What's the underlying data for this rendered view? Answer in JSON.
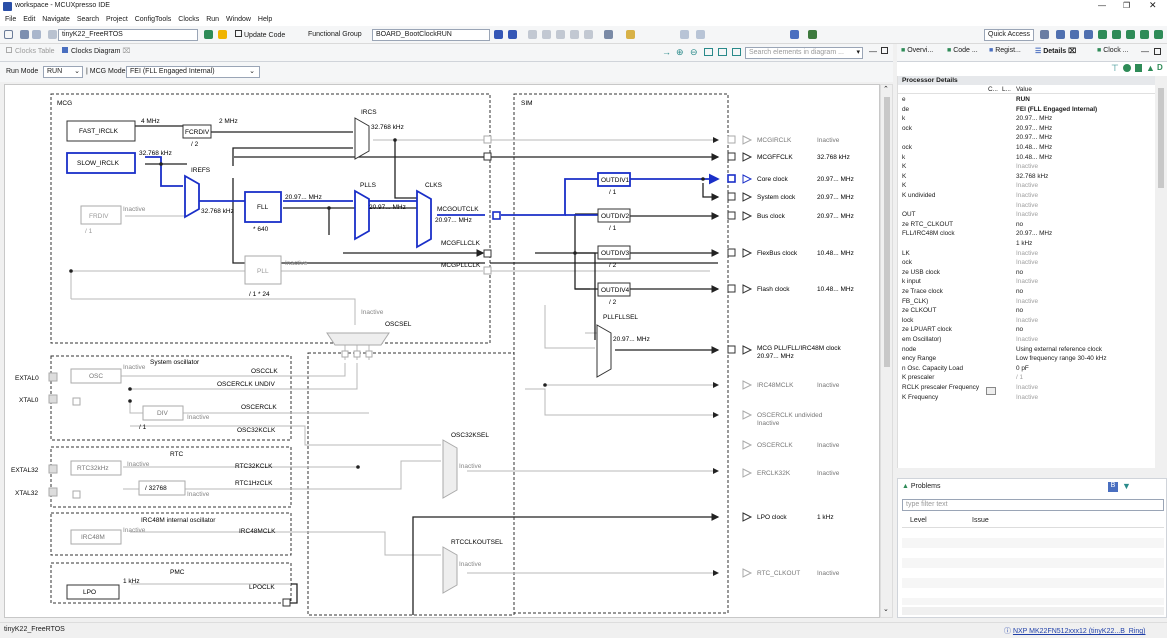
{
  "window": {
    "title": "workspace - MCUXpresso IDE"
  },
  "menu": [
    "File",
    "Edit",
    "Navigate",
    "Search",
    "Project",
    "ConfigTools",
    "Clocks",
    "Run",
    "Window",
    "Help"
  ],
  "toolbar": {
    "project_combo": "tinyK22_FreeRTOS",
    "update_code": "Update Code",
    "functional_group_label": "Functional Group",
    "functional_group_value": "BOARD_BootClockRUN",
    "quick_access": "Quick Access"
  },
  "left_tabs": {
    "clocks_table": "Clocks Table",
    "clocks_diagram": "Clocks Diagram",
    "search_placeholder": "Search elements in diagram ..."
  },
  "run_bar": {
    "run_mode_label": "Run Mode",
    "run_mode_value": "RUN",
    "mcg_mode_label": "| MCG Mode",
    "mcg_mode_value": "FEI (FLL Engaged Internal)"
  },
  "diagram": {
    "groups": {
      "mcg": "MCG",
      "sim": "SIM",
      "system_osc": "System oscillator",
      "rtc": "RTC",
      "irc48m_osc": "IRC48M internal oscillator",
      "pmc": "PMC"
    },
    "blocks": {
      "fast_irclk": "FAST_IRCLK",
      "slow_irclk": "SLOW_IRCLK",
      "fcrdiv": "FCRDIV",
      "fcrdiv_div": "/ 2",
      "frdiv": "FRDIV",
      "frdiv_div": "/ 1",
      "fll": "FLL",
      "fll_mult": "* 640",
      "pll": "PLL",
      "pll_mult": "/ 1 * 24",
      "osc": "OSC",
      "div": "DIV",
      "div_div": "/ 1",
      "rtc32khz": "RTC32kHz",
      "div32768": "/ 32768",
      "irc48m": "IRC48M",
      "lpo": "LPO",
      "outdiv1": "OUTDIV1",
      "outdiv1_div": "/ 1",
      "outdiv2": "OUTDIV2",
      "outdiv2_div": "/ 1",
      "outdiv3": "OUTDIV3",
      "outdiv3_div": "/ 2",
      "outdiv4": "OUTDIV4",
      "outdiv4_div": "/ 2"
    },
    "mux": {
      "ircs": "IRCS",
      "irefs": "IREFS",
      "plls": "PLLS",
      "clks": "CLKS",
      "pllfllsel": "PLLFLLSEL",
      "oscsel": "OSCSEL",
      "osc32ksel": "OSC32KSEL",
      "rtcclkoutsel": "RTCCLKOUTSEL"
    },
    "labels": {
      "f4mhz": "4 MHz",
      "f2mhz": "2 MHz",
      "f32k_a": "32.768 kHz",
      "f32k_b": "32.768 kHz",
      "f32k_c": "32.768 kHz",
      "fll_out": "20.97... MHz",
      "plls_out": "20.97... MHz",
      "clks_out": "20.97... MHz",
      "pllfll_out": "20.97... MHz",
      "lpo_1k": "1 kHz",
      "frdiv_inactive": "Inactive",
      "pll_inactive": "Inactive",
      "oscsel_inactive": "Inactive",
      "osc_inactive": "Inactive",
      "div_inactive": "Inactive",
      "rtc_inactive": "Inactive",
      "div32_inactive": "Inactive",
      "irc_inactive": "Inactive",
      "o32k_inactive": "Inactive",
      "rtcout_inactive": "Inactive",
      "mcgoutclk": "MCGOUTCLK",
      "mcgfllclk": "MCGFLLCLK",
      "mcgpllclk": "MCGPLLCLK",
      "oscclk": "OSCCLK",
      "oscerclk_undiv": "OSCERCLK UNDIV",
      "oscerclk": "OSCERCLK",
      "osc32kclk": "OSC32KCLK",
      "rtc32kclk": "RTC32KCLK",
      "rtc1hzclk": "RTC1HzCLK",
      "irc48mclk": "IRC48MCLK",
      "lpoclk": "LPOCLK",
      "extal0": "EXTAL0",
      "xtal0": "XTAL0",
      "extal32": "EXTAL32",
      "xtal32": "XTAL32"
    },
    "outputs": [
      {
        "name": "MCGIRCLK",
        "value": "Inactive"
      },
      {
        "name": "MCGFFCLK",
        "value": "32.768 kHz"
      },
      {
        "name": "Core clock",
        "value": "20.97... MHz"
      },
      {
        "name": "System clock",
        "value": "20.97... MHz"
      },
      {
        "name": "Bus clock",
        "value": "20.97... MHz"
      },
      {
        "name": "FlexBus clock",
        "value": "10.48... MHz"
      },
      {
        "name": "Flash clock",
        "value": "10.48... MHz"
      },
      {
        "name": "MCG PLL/FLL/IRC48M clock",
        "value": "20.97... MHz"
      },
      {
        "name": "IRC48MCLK",
        "value": "Inactive"
      },
      {
        "name": "OSCERCLK undivided",
        "value": "Inactive"
      },
      {
        "name": "OSCERCLK",
        "value": "Inactive"
      },
      {
        "name": "ERCLK32K",
        "value": "Inactive"
      },
      {
        "name": "LPO clock",
        "value": "1 kHz"
      },
      {
        "name": "RTC_CLKOUT",
        "value": "Inactive"
      }
    ]
  },
  "right_tabs": [
    "Overvi...",
    "Code ...",
    "Regist...",
    "Details",
    "Clock ..."
  ],
  "details": {
    "header": "Processor Details",
    "col_c": "C...",
    "col_l": "L...",
    "col_value": "Value",
    "rows": [
      {
        "k": "e",
        "v": "RUN",
        "bold": true
      },
      {
        "k": "de",
        "v": "FEI (FLL Engaged Internal)",
        "bold": true
      },
      {
        "k": "k",
        "v": "20.97... MHz"
      },
      {
        "k": "ock",
        "v": "20.97... MHz"
      },
      {
        "k": "",
        "v": "20.97... MHz"
      },
      {
        "k": "ock",
        "v": "10.48... MHz"
      },
      {
        "k": "k",
        "v": "10.48... MHz"
      },
      {
        "k": "K",
        "v": "Inactive",
        "gray": true
      },
      {
        "k": "K",
        "v": "32.768 kHz"
      },
      {
        "k": "K",
        "v": "Inactive",
        "gray": true
      },
      {
        "k": "K undivided",
        "v": "Inactive",
        "gray": true
      },
      {
        "k": "",
        "v": "Inactive",
        "gray": true
      },
      {
        "k": "OUT",
        "v": "Inactive",
        "gray": true
      },
      {
        "k": "ze RTC_CLKOUT",
        "v": "no"
      },
      {
        "k": "FLL/IRC48M clock",
        "v": "20.97... MHz"
      },
      {
        "k": "",
        "v": "1 kHz"
      },
      {
        "k": "LK",
        "v": "Inactive",
        "gray": true
      },
      {
        "k": "ock",
        "v": "Inactive",
        "gray": true
      },
      {
        "k": "ze USB clock",
        "v": "no"
      },
      {
        "k": "k input",
        "v": "Inactive",
        "gray": true
      },
      {
        "k": "ze Trace clock",
        "v": "no"
      },
      {
        "k": "FB_CLK)",
        "v": "Inactive",
        "gray": true
      },
      {
        "k": "ze CLKOUT",
        "v": "no"
      },
      {
        "k": "lock",
        "v": "Inactive",
        "gray": true
      },
      {
        "k": "ze LPUART clock",
        "v": "no"
      },
      {
        "k": "em Oscillator)",
        "v": "Inactive",
        "gray": true
      },
      {
        "k": "node",
        "v": "Using external reference clock"
      },
      {
        "k": "ency Range",
        "v": "Low frequency range 30-40 kHz"
      },
      {
        "k": "n Osc. Capacity Load",
        "v": "0 pF"
      },
      {
        "k": "K prescaler",
        "v": "/ 1",
        "gray": true
      },
      {
        "k": "RCLK prescaler Frequency",
        "v": "Inactive",
        "gray": true
      },
      {
        "k": "K Frequency",
        "v": "Inactive",
        "gray": true
      }
    ]
  },
  "problems": {
    "title": "Problems",
    "filter_placeholder": "type filter text",
    "col_level": "Level",
    "col_issue": "Issue"
  },
  "status": {
    "left": "tinyK22_FreeRTOS",
    "right": "NXP MK22FN512xxx12 (tinyK22...B_Ring)"
  }
}
